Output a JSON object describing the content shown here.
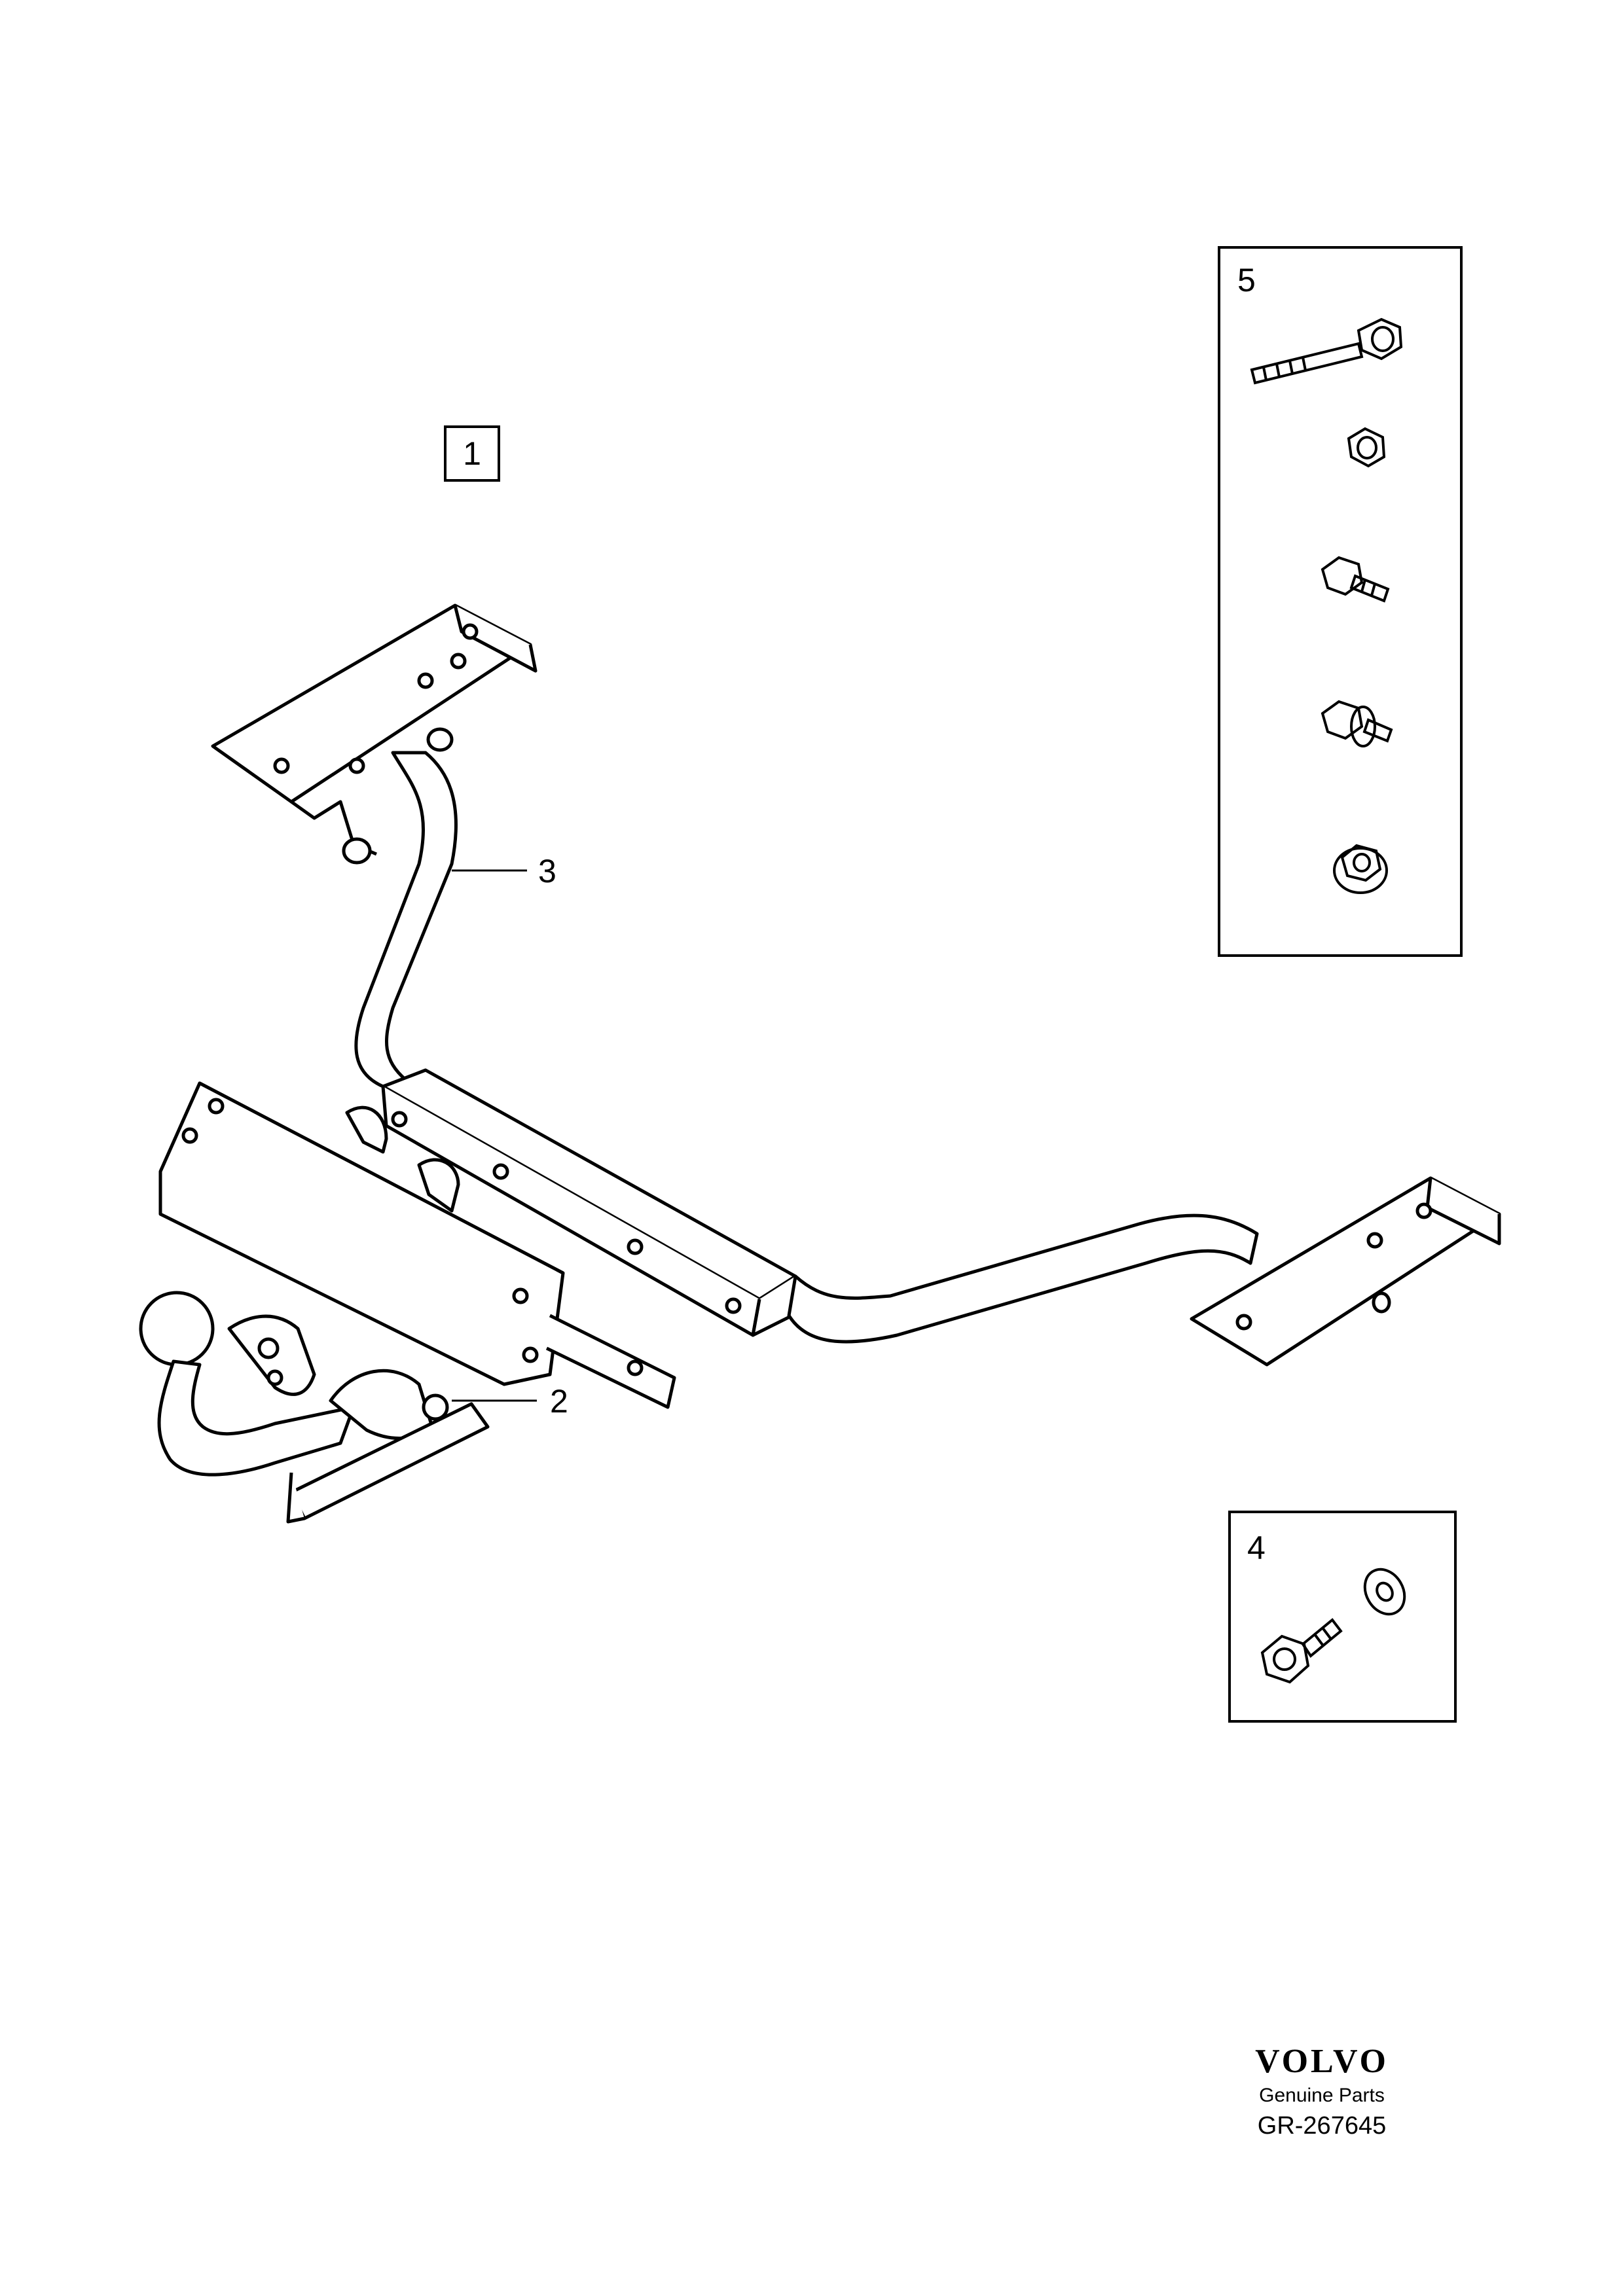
{
  "diagram": {
    "main_group_label": "1",
    "callouts": {
      "ball_neck": "2",
      "crossbar": "3",
      "kit_bolt_washer": "4",
      "kit_fasteners": "5"
    }
  },
  "footer": {
    "brand": "VOLVO",
    "subtitle": "Genuine Parts",
    "reference": "GR-267645"
  }
}
